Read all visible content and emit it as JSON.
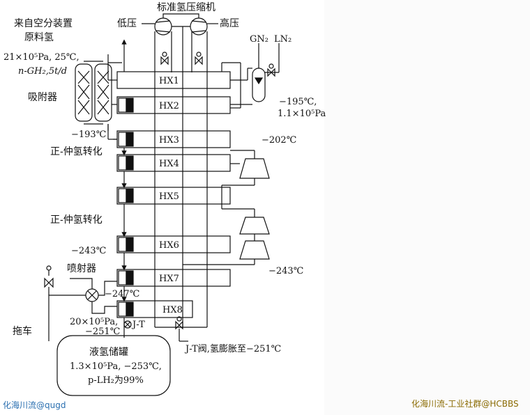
{
  "title": "标准氢压缩机",
  "compressor_low": "低压",
  "compressor_high": "高压",
  "source_line1": "来自空分装置",
  "source_line2": "原料氢",
  "feed_condition_line1": "21×10⁵Pa, 25℃,",
  "feed_condition_line2": "n-GH₂,5t/d",
  "adsorber": "吸附器",
  "gn2": "GN₂",
  "ln2": "LN₂",
  "ln2_condition_line1": "−195℃,",
  "ln2_condition_line2": "1.1×10⁵Pa",
  "heat_exchangers": [
    "HX1",
    "HX2",
    "HX3",
    "HX4",
    "HX5",
    "HX6",
    "HX7",
    "HX8"
  ],
  "temp_193": "−193℃",
  "temp_202": "−202℃",
  "ortho_para_1": "正-仲氢转化",
  "ortho_para_2": "正-仲氢转化",
  "temp_243_left": "−243℃",
  "temp_243_right": "−243℃",
  "ejector": "喷射器",
  "temp_247": "−247℃",
  "jt_label": "J-T",
  "pressure_20": "20×10⁵Pa,",
  "temp_251": "−251℃",
  "trailer": "拖车",
  "jt_valve_note": "J-T阀,氢膨胀至−251℃",
  "tank_title": "液氢储罐",
  "tank_condition": "1.3×10⁵Pa, −253℃,",
  "tank_purity": "p-LH₂为99%",
  "watermark_left": "化海川流@qugd",
  "watermark_right": "化海川流-工业社群@HCBBS"
}
